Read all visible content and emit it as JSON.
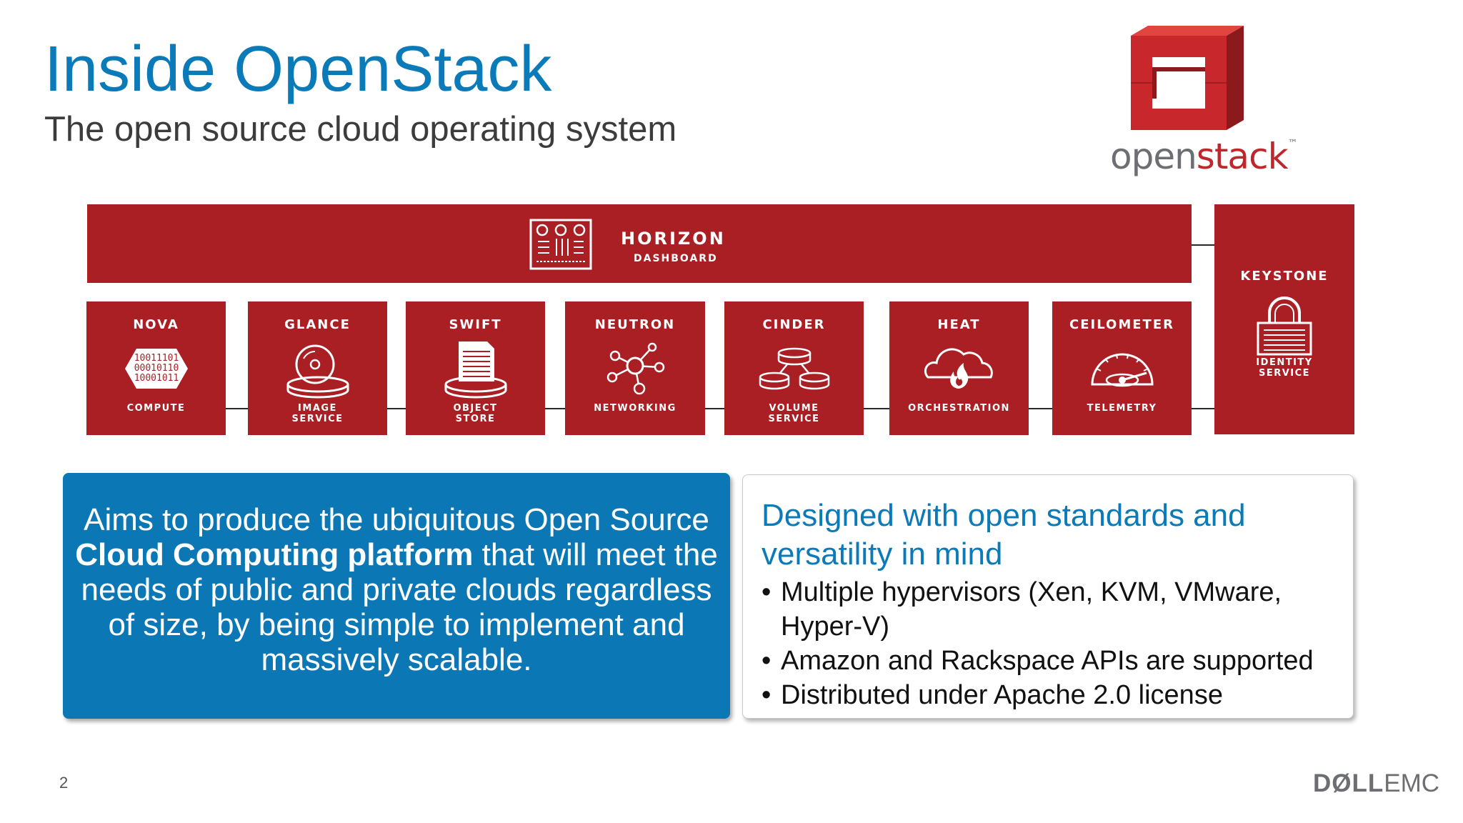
{
  "slide": {
    "title": "Inside OpenStack",
    "subtitle": "The open source cloud operating system",
    "page_number": "2"
  },
  "logo": {
    "word_open": "open",
    "word_stack": "stack",
    "trademark": "™"
  },
  "diagram": {
    "horizon": {
      "name": "HORIZON",
      "desc": "DASHBOARD"
    },
    "services": [
      {
        "name": "NOVA",
        "desc": "COMPUTE",
        "icon": "binary-chip-icon"
      },
      {
        "name": "GLANCE",
        "desc": "IMAGE\nSERVICE",
        "icon": "disk-image-icon"
      },
      {
        "name": "SWIFT",
        "desc": "OBJECT\nSTORE",
        "icon": "document-store-icon"
      },
      {
        "name": "NEUTRON",
        "desc": "NETWORKING",
        "icon": "network-nodes-icon"
      },
      {
        "name": "CINDER",
        "desc": "VOLUME\nSERVICE",
        "icon": "volume-stack-icon"
      },
      {
        "name": "HEAT",
        "desc": "ORCHESTRATION",
        "icon": "cloud-flame-icon"
      },
      {
        "name": "CEILOMETER",
        "desc": "TELEMETRY",
        "icon": "gauge-icon"
      }
    ],
    "keystone": {
      "name": "KEYSTONE",
      "desc": "IDENTITY\nSERVICE",
      "icon": "lock-icon"
    }
  },
  "left_box": {
    "part1": "Aims to produce the ubiquitous Open Source ",
    "bold": "Cloud Computing platform",
    "part2": " that will meet the needs of public and private clouds regardless of size, by being simple to implement and massively scalable."
  },
  "right_box": {
    "heading": "Designed with open standards and versatility in mind",
    "bullets": [
      "Multiple hypervisors (Xen, KVM, VMware, Hyper-V)",
      "Amazon and Rackspace APIs are supported",
      "Distributed under Apache 2.0 license"
    ]
  },
  "brand": {
    "dell": "DØLL",
    "emc": "EMC"
  },
  "colors": {
    "title_blue": "#0a7ab8",
    "box_blue": "#0b78b5",
    "openstack_red": "#a91f24"
  }
}
